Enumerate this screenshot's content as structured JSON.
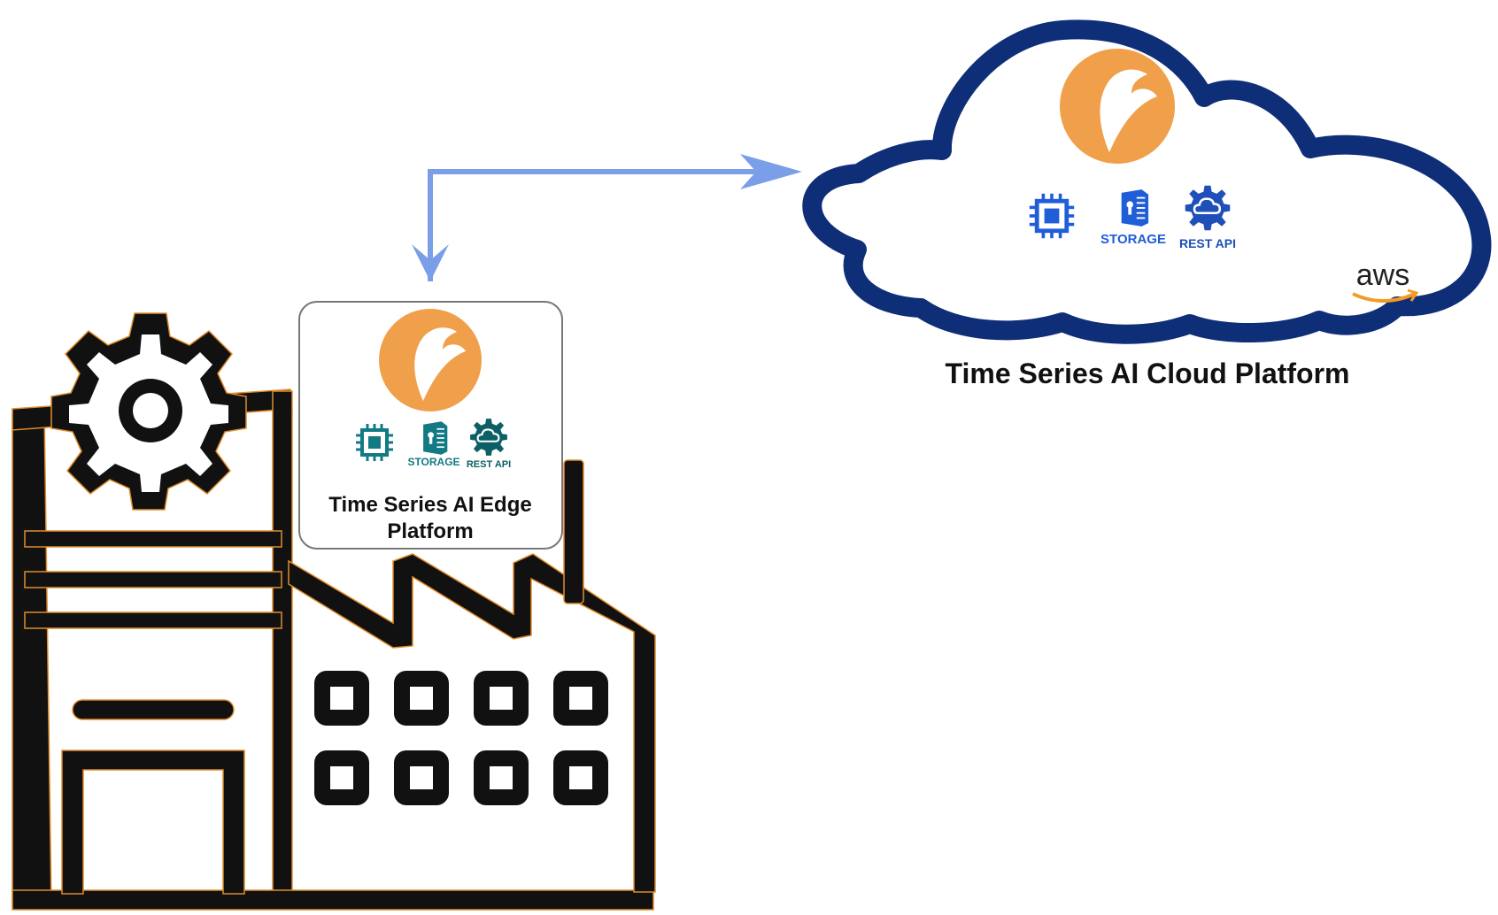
{
  "edge": {
    "title_line1": "Time Series AI Edge",
    "title_line2": "Platform",
    "storage_label": "STORAGE",
    "rest_label": "REST API",
    "icon_color": "#127a85"
  },
  "cloud": {
    "title": "Time Series AI Cloud Platform",
    "storage_label": "STORAGE",
    "rest_label": "REST API",
    "provider_label": "aws",
    "icon_color": "#1f5ed6",
    "outline_color": "#0f2e78"
  },
  "colors": {
    "logo": "#f0a04b",
    "arrow": "#7b9ee8",
    "factory": "#111111",
    "factory_edge": "#e08c2a",
    "aws_smile": "#f29b25"
  },
  "icons": [
    "factory-icon",
    "gear-icon",
    "chip-icon",
    "storage-icon",
    "rest-api-icon",
    "bird-logo-icon",
    "aws-logo"
  ]
}
